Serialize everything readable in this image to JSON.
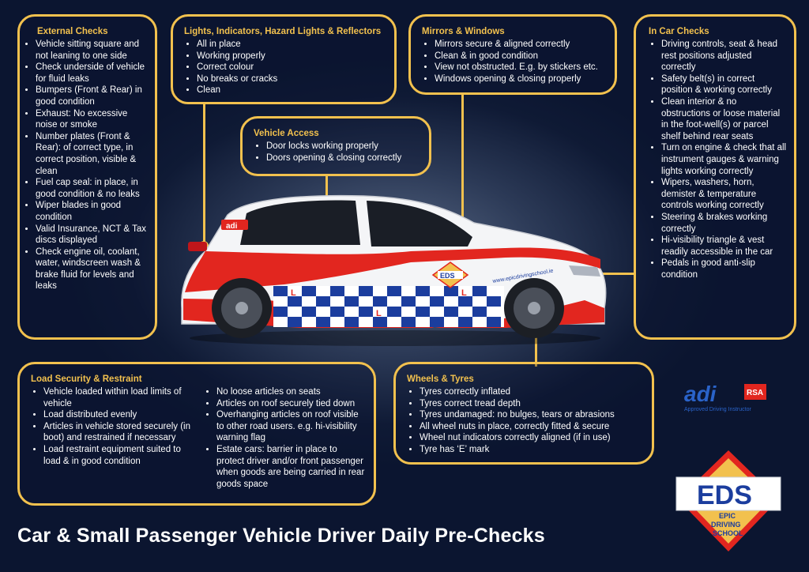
{
  "page_title": "Car & Small Passenger Vehicle Driver Daily Pre-Checks",
  "colors": {
    "accent": "#f2c14e",
    "background": "#0b1530",
    "car_red": "#e2261f",
    "check_blue": "#1b3d9e"
  },
  "external_checks": {
    "title": "External Checks",
    "items": [
      "Vehicle sitting square and not leaning to one side",
      "Check underside of vehicle for fluid leaks",
      "Bumpers (Front & Rear) in good condition",
      "Exhaust: No excessive noise or smoke",
      "Number plates (Front & Rear): of correct type, in correct position, visible & clean",
      "Fuel cap seal: in place, in good condition & no leaks",
      "Wiper blades in good condition",
      "Valid Insurance, NCT & Tax discs displayed",
      "Check engine oil, coolant, water, windscreen wash & brake fluid for levels and leaks"
    ]
  },
  "lights": {
    "title": "Lights, Indicators, Hazard Lights & Reflectors",
    "items": [
      "All in place",
      "Working properly",
      "Correct colour",
      "No breaks or cracks",
      "Clean"
    ]
  },
  "mirrors": {
    "title": "Mirrors & Windows",
    "items": [
      "Mirrors secure & aligned correctly",
      "Clean & in good condition",
      "View not obstructed. E.g. by stickers etc.",
      "Windows opening & closing properly"
    ]
  },
  "in_car": {
    "title": "In Car Checks",
    "items": [
      "Driving controls, seat & head rest positions adjusted correctly",
      "Safety belt(s) in correct position & working correctly",
      "Clean interior & no obstructions or loose material in the foot-well(s) or parcel shelf behind rear seats",
      "Turn on engine & check that all instrument gauges & warning lights working correctly",
      "Wipers, washers, horn, demister & temperature controls working correctly",
      "Steering & brakes working correctly",
      "Hi-visibility triangle & vest readily accessible in the car",
      "Pedals in good anti-slip condition"
    ]
  },
  "vehicle_access": {
    "title": "Vehicle Access",
    "items": [
      "Door locks working properly",
      "Doors opening & closing correctly"
    ]
  },
  "load": {
    "title": "Load Security & Restraint",
    "col1": [
      "Vehicle loaded within load limits of vehicle",
      "Load distributed evenly",
      "Articles in vehicle stored securely (in boot) and restrained if necessary",
      "Load restraint equipment suited to load & in good condition"
    ],
    "col2": [
      "No loose articles on seats",
      "Articles on roof securely tied down",
      "Overhanging articles on roof visible to other road users. e.g. hi-visibility warning flag",
      "Estate cars: barrier in place to protect driver and/or front passenger when goods are being carried in rear goods space"
    ]
  },
  "wheels": {
    "title": "Wheels & Tyres",
    "items": [
      "Tyres correctly inflated",
      "Tyres correct tread depth",
      "Tyres undamaged: no bulges, tears or abrasions",
      "All wheel nuts in place, correctly fitted & secure",
      "Wheel nut indicators correctly aligned (if in use)",
      "Tyre has ‘E’ mark"
    ]
  },
  "car": {
    "roof_badge": "adi",
    "door_logo": "EDS",
    "l_plate": "L",
    "side_text": "www.epicdrivingschool.ie"
  },
  "adi_logo": {
    "text": "adi",
    "badge": "RSA",
    "caption": "Approved Driving Instructor"
  },
  "eds_logo": {
    "big": "EDS",
    "line1": "EPIC",
    "line2": "DRIVING",
    "line3": "SCHOOL"
  }
}
